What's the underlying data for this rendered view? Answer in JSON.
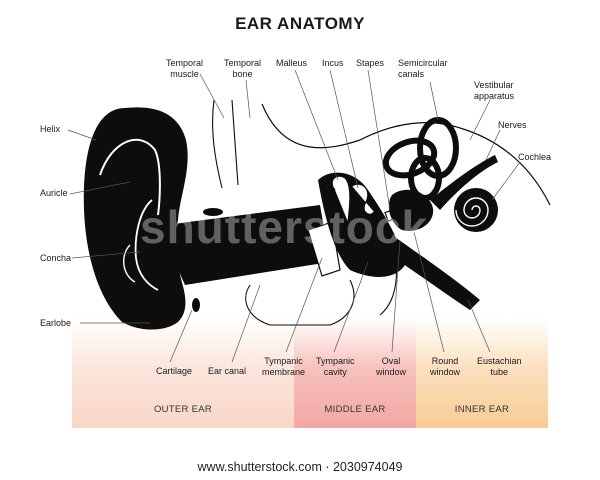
{
  "title": "EAR ANATOMY",
  "regions": {
    "outer": "OUTER EAR",
    "middle": "MIDDLE EAR",
    "inner": "INNER EAR"
  },
  "labels": {
    "temporal_muscle": "Temporal\nmuscle",
    "temporal_bone": "Temporal\nbone",
    "malleus": "Malleus",
    "incus": "Incus",
    "stapes": "Stapes",
    "semicircular_canals": "Semicircular\ncanals",
    "vestibular_apparatus": "Vestibular\napparatus",
    "nerves": "Nerves",
    "cochlea": "Cochlea",
    "helix": "Helix",
    "auricle": "Auricle",
    "concha": "Concha",
    "earlobe": "Earlobe",
    "cartilage": "Cartilage",
    "ear_canal": "Ear canal",
    "tympanic_membrane": "Tympanic\nmembrane",
    "tympanic_cavity": "Tympanic\ncavity",
    "oval_window": "Oval\nwindow",
    "round_window": "Round\nwindow",
    "eustachian_tube": "Eustachian\ntube"
  },
  "watermark": "shutterstock",
  "footer": "www.shutterstock.com · 2030974049",
  "colors": {
    "anatomy": "#0d0d0d",
    "outer_region": "#f8d6c7",
    "middle_region": "#f2a8a4",
    "inner_region": "#f8cb95"
  }
}
